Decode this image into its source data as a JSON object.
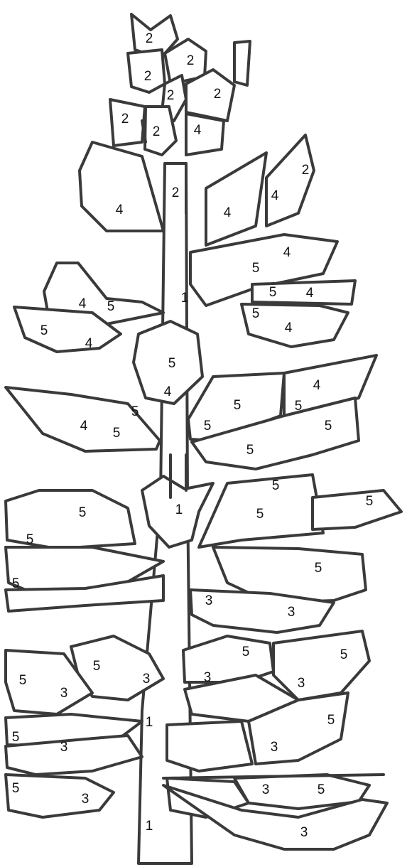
{
  "stem_labels": [
    "2",
    "1",
    "1",
    "1",
    "1"
  ],
  "flower_labels": [
    "2",
    "2",
    "2",
    "2",
    "2",
    "2",
    "2",
    "4",
    "2",
    "4",
    "4",
    "4",
    "4",
    "5",
    "5",
    "4",
    "4",
    "5",
    "5",
    "4",
    "5",
    "4",
    "5",
    "4",
    "4",
    "5",
    "5",
    "5",
    "4",
    "5",
    "5",
    "5",
    "5",
    "5",
    "5",
    "5",
    "5",
    "5",
    "3",
    "5",
    "5",
    "3",
    "3",
    "5",
    "5",
    "3",
    "5",
    "3",
    "5",
    "3",
    "5",
    "3",
    "5",
    "3",
    "5",
    "3",
    "3"
  ],
  "colors": {
    "outline": "#3a3a3a",
    "fill": "#ffffff"
  }
}
